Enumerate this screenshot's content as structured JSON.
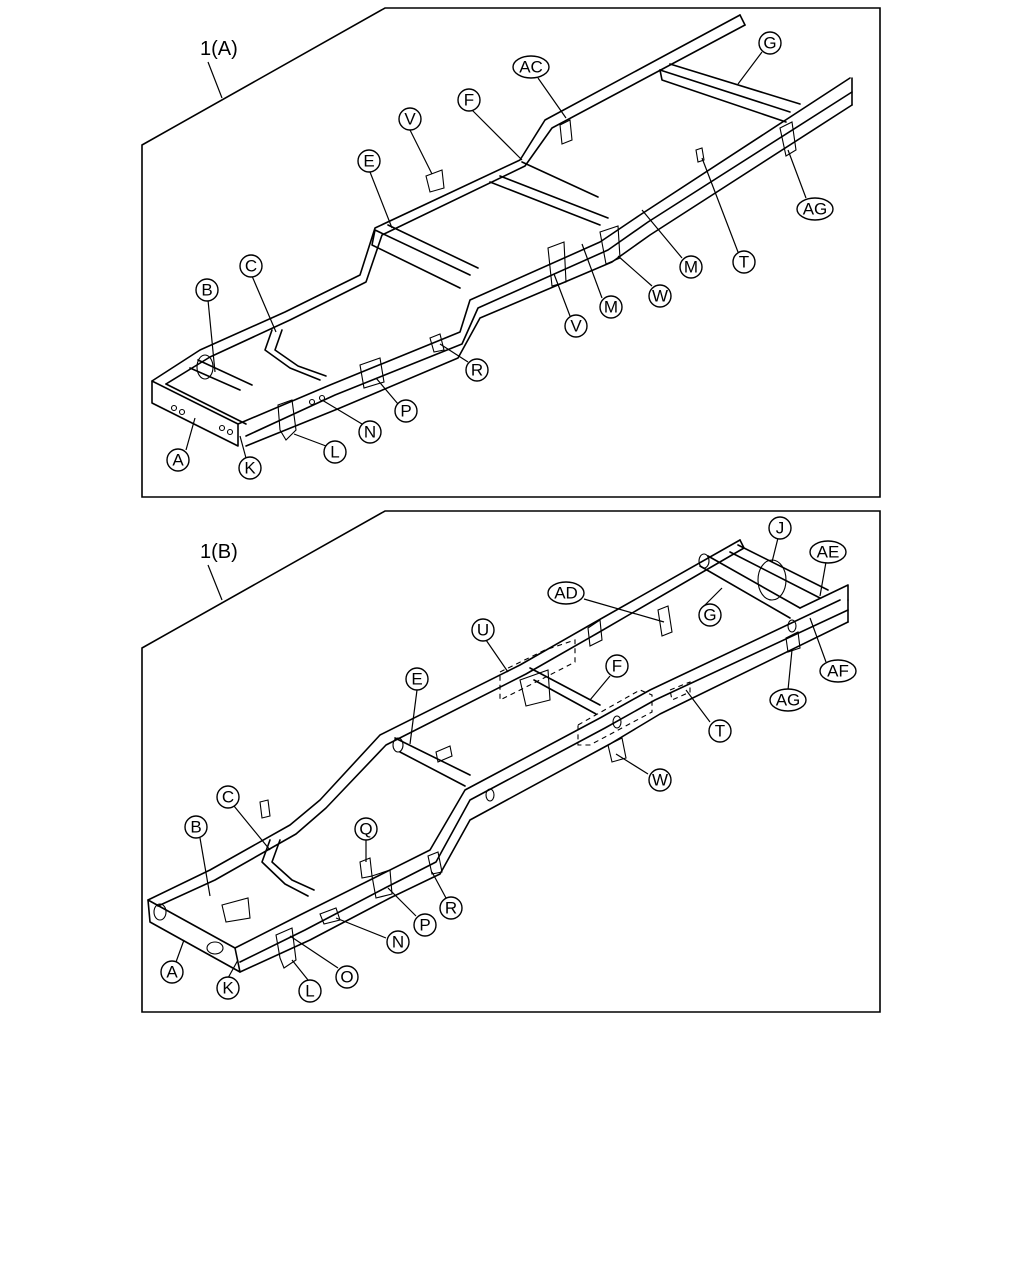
{
  "panels": [
    {
      "id": "a",
      "title": "1(A)",
      "callouts": [
        "A",
        "B",
        "C",
        "E",
        "F",
        "V",
        "AC",
        "G",
        "AG",
        "T",
        "M",
        "W",
        "M",
        "V",
        "R",
        "P",
        "N",
        "L",
        "K"
      ]
    },
    {
      "id": "b",
      "title": "1(B)",
      "callouts": [
        "J",
        "AE",
        "AD",
        "G",
        "U",
        "F",
        "E",
        "AF",
        "AG",
        "T",
        "W",
        "C",
        "B",
        "Q",
        "R",
        "P",
        "N",
        "O",
        "L",
        "K",
        "A"
      ]
    }
  ]
}
